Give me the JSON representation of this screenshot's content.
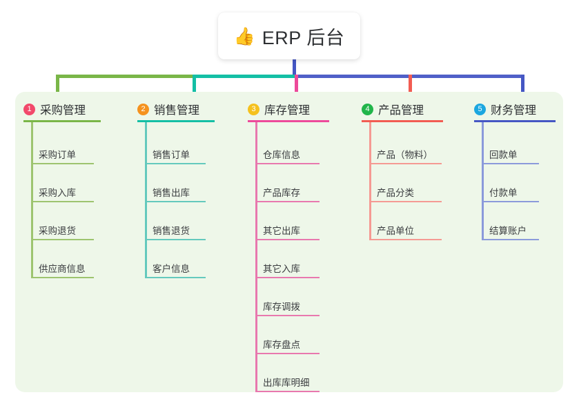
{
  "root": {
    "emoji": "👍",
    "icon_name": "thumbs-up-icon",
    "title": "ERP 后台"
  },
  "panel": {
    "background": "#eef7e9"
  },
  "connector": {
    "stem_color": "#4557c4",
    "segments": [
      {
        "color": "#7ab648"
      },
      {
        "color": "#14bfa5"
      },
      {
        "color": "#5060c8"
      }
    ]
  },
  "columns": [
    {
      "number": "1",
      "title": "采购管理",
      "badge_color": "#f2496b",
      "line_color": "#7ab648",
      "leaf_color": "#9dc46f",
      "drop_color": "#7ab648",
      "items": [
        {
          "label": "采购订单"
        },
        {
          "label": "采购入库"
        },
        {
          "label": "采购退货"
        },
        {
          "label": "供应商信息"
        }
      ]
    },
    {
      "number": "2",
      "title": "销售管理",
      "badge_color": "#f5921e",
      "line_color": "#14bfa5",
      "leaf_color": "#64c9bd",
      "drop_color": "#14bfa5",
      "items": [
        {
          "label": "销售订单"
        },
        {
          "label": "销售出库"
        },
        {
          "label": "销售退货"
        },
        {
          "label": "客户信息"
        }
      ]
    },
    {
      "number": "3",
      "title": "库存管理",
      "badge_color": "#f5c11e",
      "line_color": "#ed4a9a",
      "leaf_color": "#e878ae",
      "drop_color": "#ed4a9a",
      "items": [
        {
          "label": "仓库信息"
        },
        {
          "label": "产品库存"
        },
        {
          "label": "其它出库"
        },
        {
          "label": "其它入库"
        },
        {
          "label": "库存调拨"
        },
        {
          "label": "库存盘点"
        },
        {
          "label": "出库库明细"
        }
      ]
    },
    {
      "number": "4",
      "title": "产品管理",
      "badge_color": "#21b54a",
      "line_color": "#f25c52",
      "leaf_color": "#f59a93",
      "drop_color": "#f25c52",
      "items": [
        {
          "label": "产品（物料）"
        },
        {
          "label": "产品分类"
        },
        {
          "label": "产品单位"
        }
      ]
    },
    {
      "number": "5",
      "title": "财务管理",
      "badge_color": "#1ba7e0",
      "line_color": "#4557c4",
      "leaf_color": "#8b9adb",
      "drop_color": "#4557c4",
      "items": [
        {
          "label": "回款单"
        },
        {
          "label": "付款单"
        },
        {
          "label": "结算账户"
        }
      ]
    }
  ]
}
